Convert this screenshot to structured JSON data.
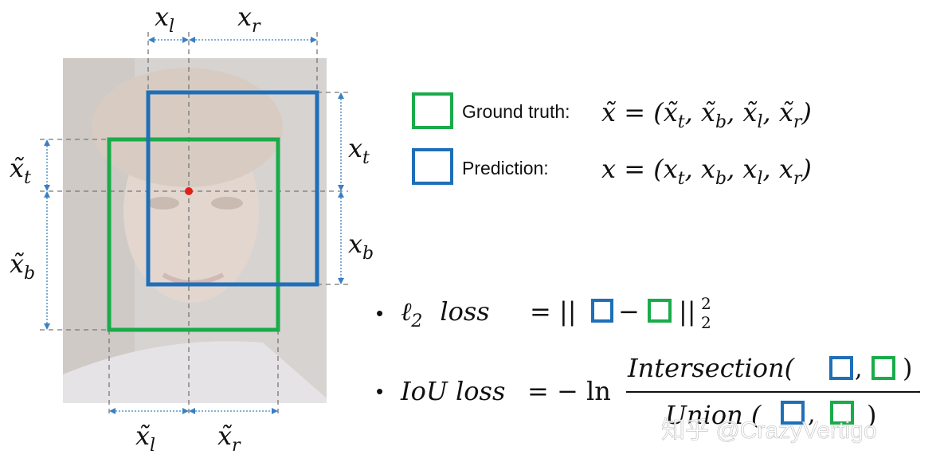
{
  "colors": {
    "ground_truth": "#1aab4a",
    "prediction": "#1f6fb8",
    "center_dot": "#e0201b",
    "dimension_arrow": "#3a7fc4",
    "guide_dash": "#777777",
    "photo_bg": "#d9d9d9"
  },
  "labels": {
    "x_l": "x",
    "x_l_sub": "l",
    "x_r": "x",
    "x_r_sub": "r",
    "x_t": "x",
    "x_t_sub": "t",
    "x_b": "x",
    "x_b_sub": "b",
    "xt_tilde": "x̃",
    "xt_tilde_sub": "t",
    "xb_tilde": "x̃",
    "xb_tilde_sub": "b",
    "xl_tilde": "x̃",
    "xl_tilde_sub": "l",
    "xr_tilde": "x̃",
    "xr_tilde_sub": "r"
  },
  "legend": {
    "ground_truth_label": "Ground truth:",
    "ground_truth_formula": "x̃ = (x̃",
    "ground_truth_formula_parts": [
      "x̃ = (x̃",
      "t",
      ", x̃",
      "b",
      ", x̃",
      "l",
      ", x̃",
      "r",
      ")"
    ],
    "prediction_label": "Prediction:",
    "prediction_formula_parts": [
      "x = (x",
      "t",
      ", x",
      "b",
      ", x",
      "l",
      ", x",
      "r",
      ")"
    ]
  },
  "equations": {
    "bullet": "•",
    "l2_name": "ℓ",
    "l2_sub": "2",
    "l2_word": "loss",
    "l2_eq": "= ||",
    "l2_minus": "−",
    "l2_close": "||",
    "l2_sup": "2",
    "l2_sub2": "2",
    "iou_name": "IoU loss",
    "iou_eq": "= − ln",
    "numerator": "Intersection(",
    "numerator_comma": ",",
    "numerator_close": ")",
    "denominator": "Union (",
    "denominator_comma": ",",
    "denominator_close": ")"
  },
  "watermark": "知乎 @CrazyVertigo"
}
